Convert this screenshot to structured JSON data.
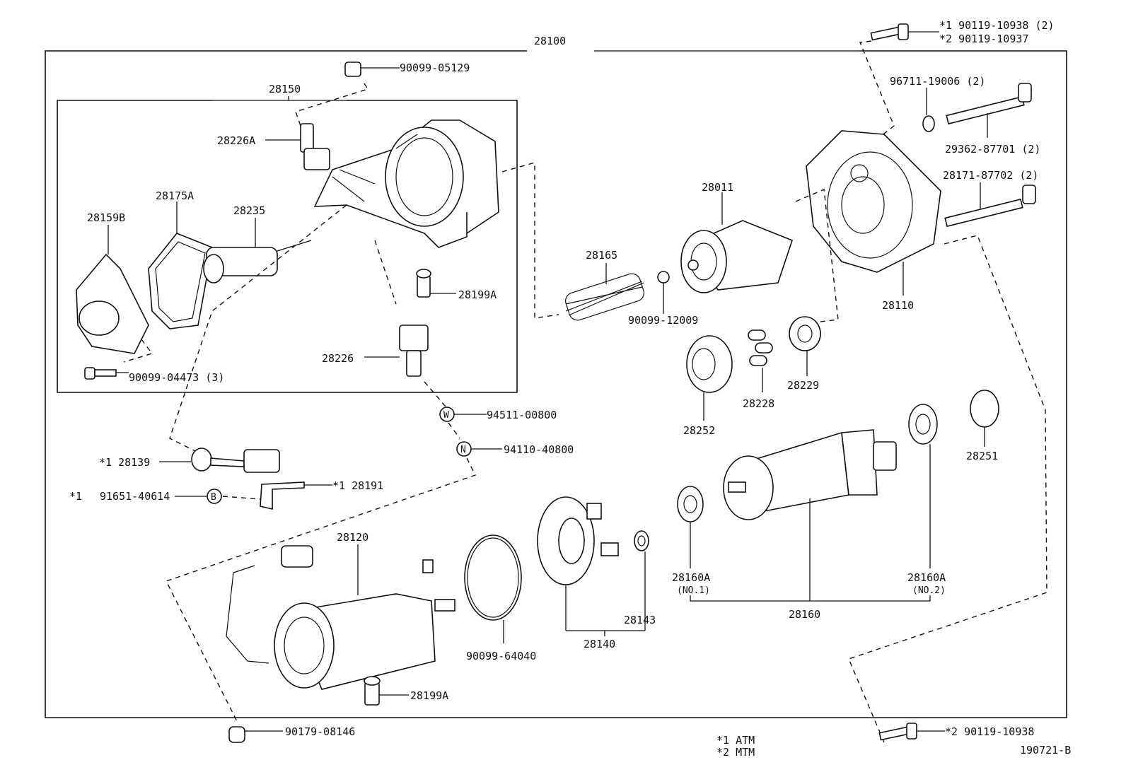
{
  "assembly": "28100",
  "subassembly": "28150",
  "labels": {
    "top_bolt_1": "*1 90119-10938 (2)",
    "top_bolt_2": "*2 90119-10937",
    "nut_05129": "90099-05129",
    "p28150": "28150",
    "p28226A": "28226A",
    "p28175A": "28175A",
    "p28159B": "28159B",
    "p28235": "28235",
    "p28199A_top": "28199A",
    "p28226": "28226",
    "screw_04473": "90099-04473 (3)",
    "washer_w": "94511-00800",
    "nut_n": "94110-40800",
    "p28139": "*1 28139",
    "p28191": "*1 28191",
    "bolt_b_star": "*1",
    "bolt_b": "91651-40614",
    "p28120": "28120",
    "oring": "90099-64040",
    "p28140": "28140",
    "p28143": "28143",
    "p28199A_bottom": "28199A",
    "nut_08146": "90179-08146",
    "p28165": "28165",
    "ball": "90099-12009",
    "p28011": "28011",
    "washer_19006": "96711-19006 (2)",
    "bolt_87701": "29362-87701 (2)",
    "bolt_87702": "28171-87702 (2)",
    "p28110": "28110",
    "p28229": "28229",
    "p28228": "28228",
    "p28252": "28252",
    "p28251": "28251",
    "p28160A_1": "28160A",
    "p28160A_1_sub": "(NO.1)",
    "p28160A_2": "28160A",
    "p28160A_2_sub": "(NO.2)",
    "p28160": "28160",
    "bottom_bolt": "*2 90119-10938",
    "legend_1": "*1 ATM",
    "legend_2": "*2 MTM",
    "figure_no": "190721-B",
    "circle_w": "W",
    "circle_n": "N",
    "circle_b": "B"
  }
}
